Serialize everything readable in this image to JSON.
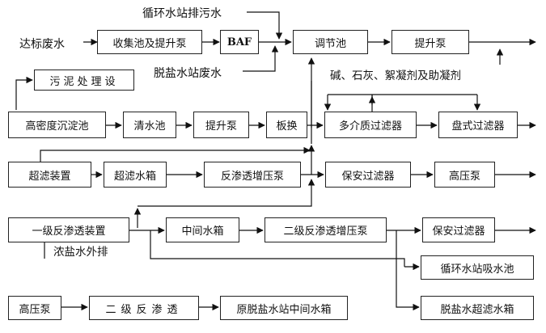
{
  "boxes": {
    "collect_pump": "收集池及提升泵",
    "baf": "BAF",
    "regulating_tank": "调节池",
    "lift_pump_top": "提升泵",
    "sludge": "污泥处理设",
    "hd_clarifier": "高密度沉淀池",
    "clear_water_tank": "清水池",
    "lift_pump_mid": "提升泵",
    "plate_exchanger": "板换",
    "multimedia_filter": "多介质过滤器",
    "disc_filter": "盘式过滤器",
    "uf_device": "超滤装置",
    "uf_tank": "超滤水箱",
    "ro_booster_pump": "反渗透增压泵",
    "security_filter_1": "保安过滤器",
    "hp_pump_1": "高压泵",
    "ro1_device": "一级反渗透装置",
    "middle_tank": "中间水箱",
    "ro2_booster_pump": "二级反渗透增压泵",
    "security_filter_2": "保安过滤器",
    "circ_suction_tank": "循环水站吸水池",
    "desalt_uf_tank": "脱盐水超滤水箱",
    "hp_pump_2": "高压泵",
    "ro2": "二级反渗透",
    "orig_desalt_tank": "原脱盐水站中间水箱"
  },
  "labels": {
    "standard_wastewater": "达标废水",
    "circ_sewage": "循环水站排污水",
    "desalt_wastewater": "脱盐水站废水",
    "chemicals": "碱、石灰、絮凝剂及助凝剂",
    "brine_discharge": "浓盐水外排"
  }
}
